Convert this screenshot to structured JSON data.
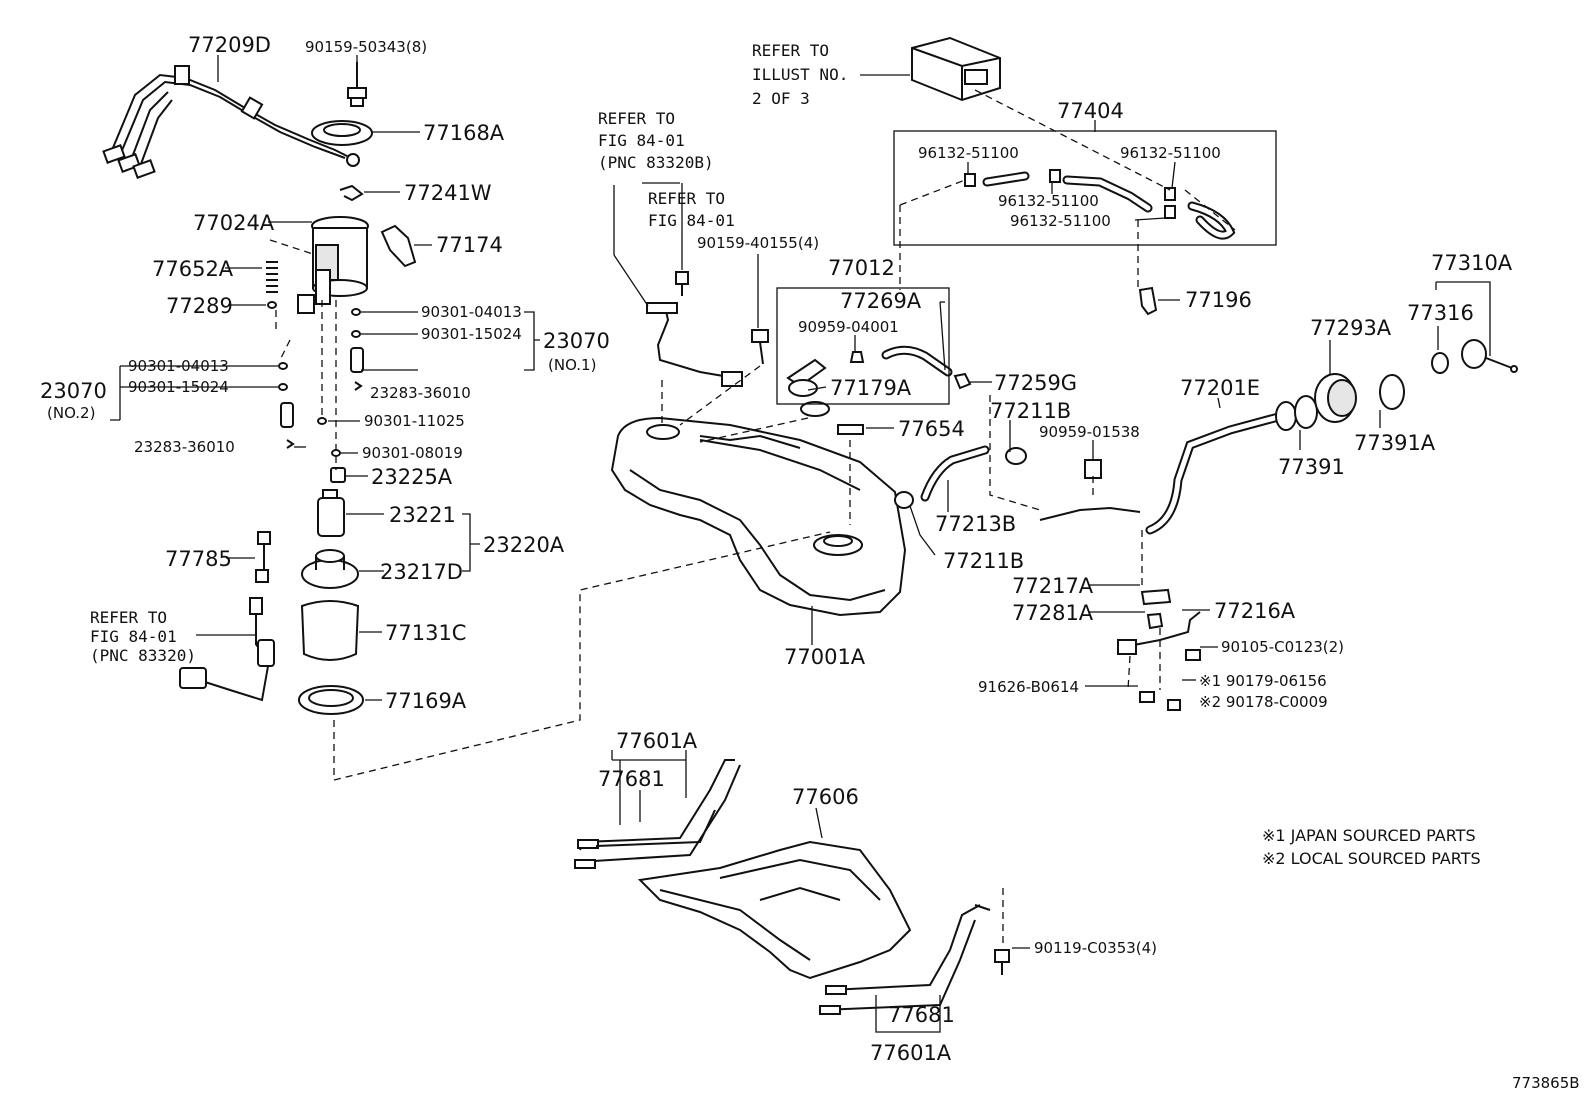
{
  "diagram_id": "773865B",
  "labels": {
    "p77209D": "77209D",
    "p90159_50343": "90159-50343(8)",
    "p77168A": "77168A",
    "p77241W": "77241W",
    "p77024A": "77024A",
    "p77174": "77174",
    "p77652A": "77652A",
    "p77289": "77289",
    "p90301_04013_a": "90301-04013",
    "p90301_15024_a": "90301-15024",
    "p23070_no1": "23070",
    "no1": "(NO.1)",
    "p90301_04013_b": "90301-04013",
    "p90301_15024_b": "90301-15024",
    "p23070_no2": "23070",
    "no2": "(NO.2)",
    "p23283_36010_a": "23283-36010",
    "p90301_11025": "90301-11025",
    "p23283_36010_b": "23283-36010",
    "p90301_08019": "90301-08019",
    "p23225A": "23225A",
    "p23221": "23221",
    "p23220A": "23220A",
    "p23217D": "23217D",
    "p77785": "77785",
    "p77131C": "77131C",
    "p77169A": "77169A",
    "p90159_40155": "90159-40155(4)",
    "p77012": "77012",
    "p77269A": "77269A",
    "p90959_04001": "90959-04001",
    "p77179A": "77179A",
    "p77654": "77654",
    "p77001A": "77001A",
    "p77404": "77404",
    "p96132_a": "96132-51100",
    "p96132_b": "96132-51100",
    "p96132_c": "96132-51100",
    "p96132_d": "96132-51100",
    "p77196": "77196",
    "p77259G": "77259G",
    "p77211B_a": "77211B",
    "p90959_01538": "90959-01538",
    "p77213B": "77213B",
    "p77211B_b": "77211B",
    "p77201E": "77201E",
    "p77293A": "77293A",
    "p77391": "77391",
    "p77391A": "77391A",
    "p77310A": "77310A",
    "p77316": "77316",
    "p77217A": "77217A",
    "p77281A": "77281A",
    "p77216A": "77216A",
    "p90105_C0123": "90105-C0123(2)",
    "p91626_B0614": "91626-B0614",
    "p90179_06156": "※1 90179-06156",
    "p90178_C0009": "※2 90178-C0009",
    "p77601A_a": "77601A",
    "p77681_a": "77681",
    "p77606": "77606",
    "p90119_C0353": "90119-C0353(4)",
    "p77681_b": "77681",
    "p77601A_b": "77601A"
  },
  "references": {
    "ref_illust": [
      "REFER TO",
      "ILLUST NO.",
      "2 OF 3"
    ],
    "ref_83320B": [
      "REFER TO",
      "FIG 84-01",
      "(PNC 83320B)"
    ],
    "ref_84_01": [
      "REFER TO",
      "FIG 84-01"
    ],
    "ref_83320": [
      "REFER TO",
      "FIG 84-01",
      "(PNC 83320)"
    ]
  },
  "notes": {
    "note1": "※1 JAPAN SOURCED PARTS",
    "note2": "※2 LOCAL SOURCED PARTS"
  }
}
